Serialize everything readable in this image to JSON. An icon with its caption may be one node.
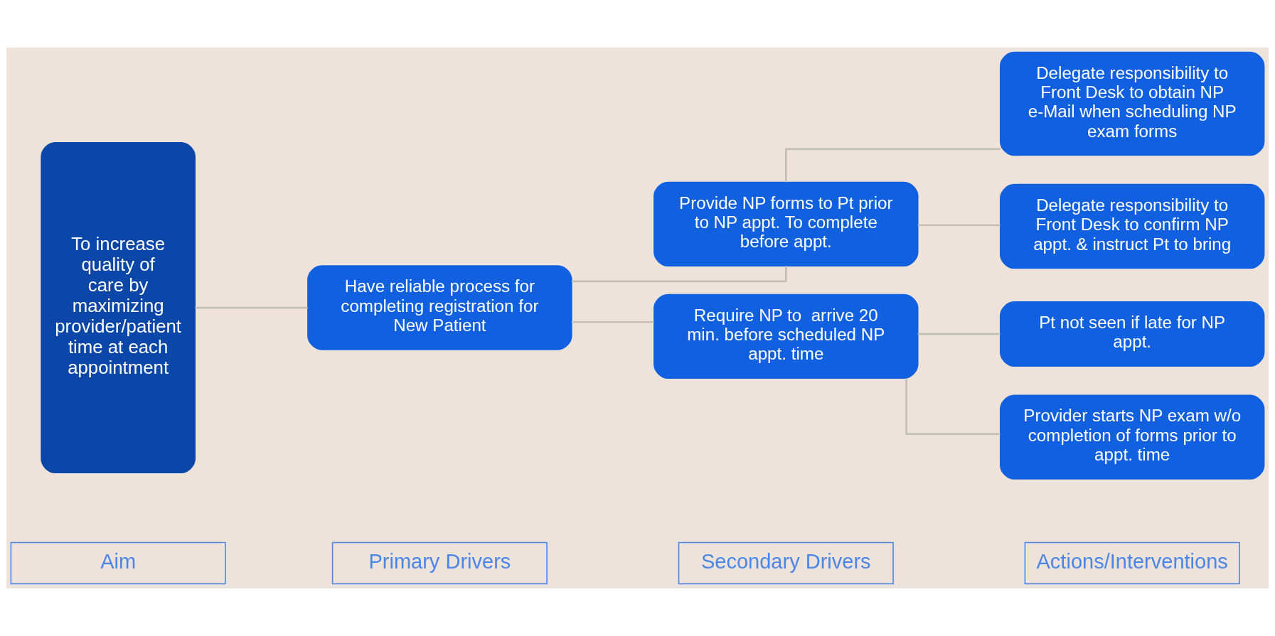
{
  "diagram": {
    "nodes": [
      {
        "text": [
          "Aim"
        ]
      },
      {
        "text": [
          "Primary Drivers"
        ]
      },
      {
        "text": [
          "Secondary Drivers"
        ]
      },
      {
        "text": [
          "Actions/Interventions"
        ]
      },
      {
        "text": [
          "To increase quality of care by maximizing provider/patient time at each appointment"
        ]
      },
      {
        "text": [
          "Have reliable process for completing registration for New Patient"
        ]
      },
      {
        "text": [
          "Provide NP forms to Pt prior to NP appt. To complete before appt."
        ]
      },
      {
        "text": [
          "Require NP to  arrive 20 min. before scheduled NP appt. time"
        ]
      },
      {
        "text": [
          "Delegate responsibility to Front Desk to obtain NP e-Mail when scheduling NP exam forms"
        ]
      },
      {
        "text": [
          "Delegate responsibility to Front Desk to confirm NP appt. & instruct Pt to bring"
        ]
      },
      {
        "text": [
          "Pt not seen if late for NP appt."
        ]
      },
      {
        "text": [
          "Provider starts NP exam w/o completion of forms prior to appt. time"
        ]
      }
    ],
    "edges": [
      {
        "from": 4,
        "to": 5,
        "arrow": "none"
      },
      {
        "from": 5,
        "to": 6,
        "arrow": "none"
      },
      {
        "from": 5,
        "to": 7,
        "arrow": "none"
      },
      {
        "from": 6,
        "to": 8,
        "arrow": "none"
      },
      {
        "from": 6,
        "to": 9,
        "arrow": "none"
      },
      {
        "from": 7,
        "to": 10,
        "arrow": "none"
      },
      {
        "from": 7,
        "to": 11,
        "arrow": "none"
      }
    ]
  }
}
